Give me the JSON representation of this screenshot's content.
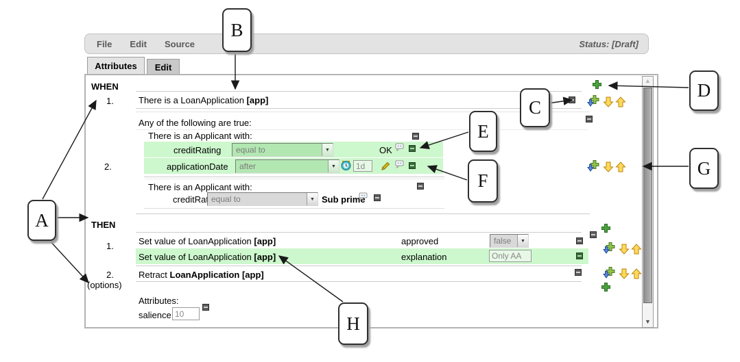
{
  "menu": {
    "items": [
      "File",
      "Edit",
      "Source"
    ],
    "status": "Status: [Draft]"
  },
  "tabs": {
    "attributes": "Attributes",
    "edit": "Edit"
  },
  "rule": {
    "when_label": "WHEN",
    "then_label": "THEN",
    "options_label": "(options)",
    "when": {
      "row1": {
        "num": "1.",
        "text": "There is a LoanApplication",
        "binding": "[app]"
      },
      "row2": {
        "num": "2.",
        "any_label": "Any of the following are true:",
        "applicant1": {
          "header": "There is an Applicant with:",
          "cond1": {
            "field": "creditRating",
            "operator": "equal to",
            "value": "OK"
          },
          "cond2": {
            "field": "applicationDate",
            "operator": "after",
            "value": "1d"
          }
        },
        "applicant2": {
          "header": "There is an Applicant with:",
          "cond1": {
            "field": "creditRating",
            "operator": "equal to",
            "value": "Sub prime"
          }
        }
      }
    },
    "then": {
      "row1": {
        "num": "1.",
        "action1": {
          "text": "Set value of LoanApplication",
          "binding": "[app]",
          "field": "approved",
          "value": "false"
        },
        "action2": {
          "text": "Set value of LoanApplication",
          "binding": "[app]",
          "field": "explanation",
          "value": "Only AA"
        }
      },
      "row2": {
        "num": "2.",
        "text": "Retract",
        "binding": "LoanApplication [app]"
      }
    },
    "attributes": {
      "header": "Attributes:",
      "name": "salience",
      "value": "10"
    }
  },
  "callouts": {
    "a": "A",
    "b": "B",
    "c": "C",
    "d": "D",
    "e": "E",
    "f": "F",
    "g": "G",
    "h": "H"
  },
  "icons": {
    "add": "plus-icon",
    "add_below": "plus-blue-arrow-icon",
    "move_down": "arrow-down-icon",
    "move_up": "arrow-up-icon",
    "remove": "minus-square-icon",
    "date_config": "clock-icon",
    "edit_value": "pencil-icon",
    "connective": "bubble-icon",
    "scroll_up": "triangle-up-icon",
    "scroll_down": "triangle-down-icon"
  },
  "colors": {
    "row_highlight": "#cdf7cd",
    "dropdown_green": "#b2e7b2",
    "add_green": "#4aa33c",
    "arrow_yellow": "#ffd95c",
    "arrow_blue": "#5c86d6"
  }
}
